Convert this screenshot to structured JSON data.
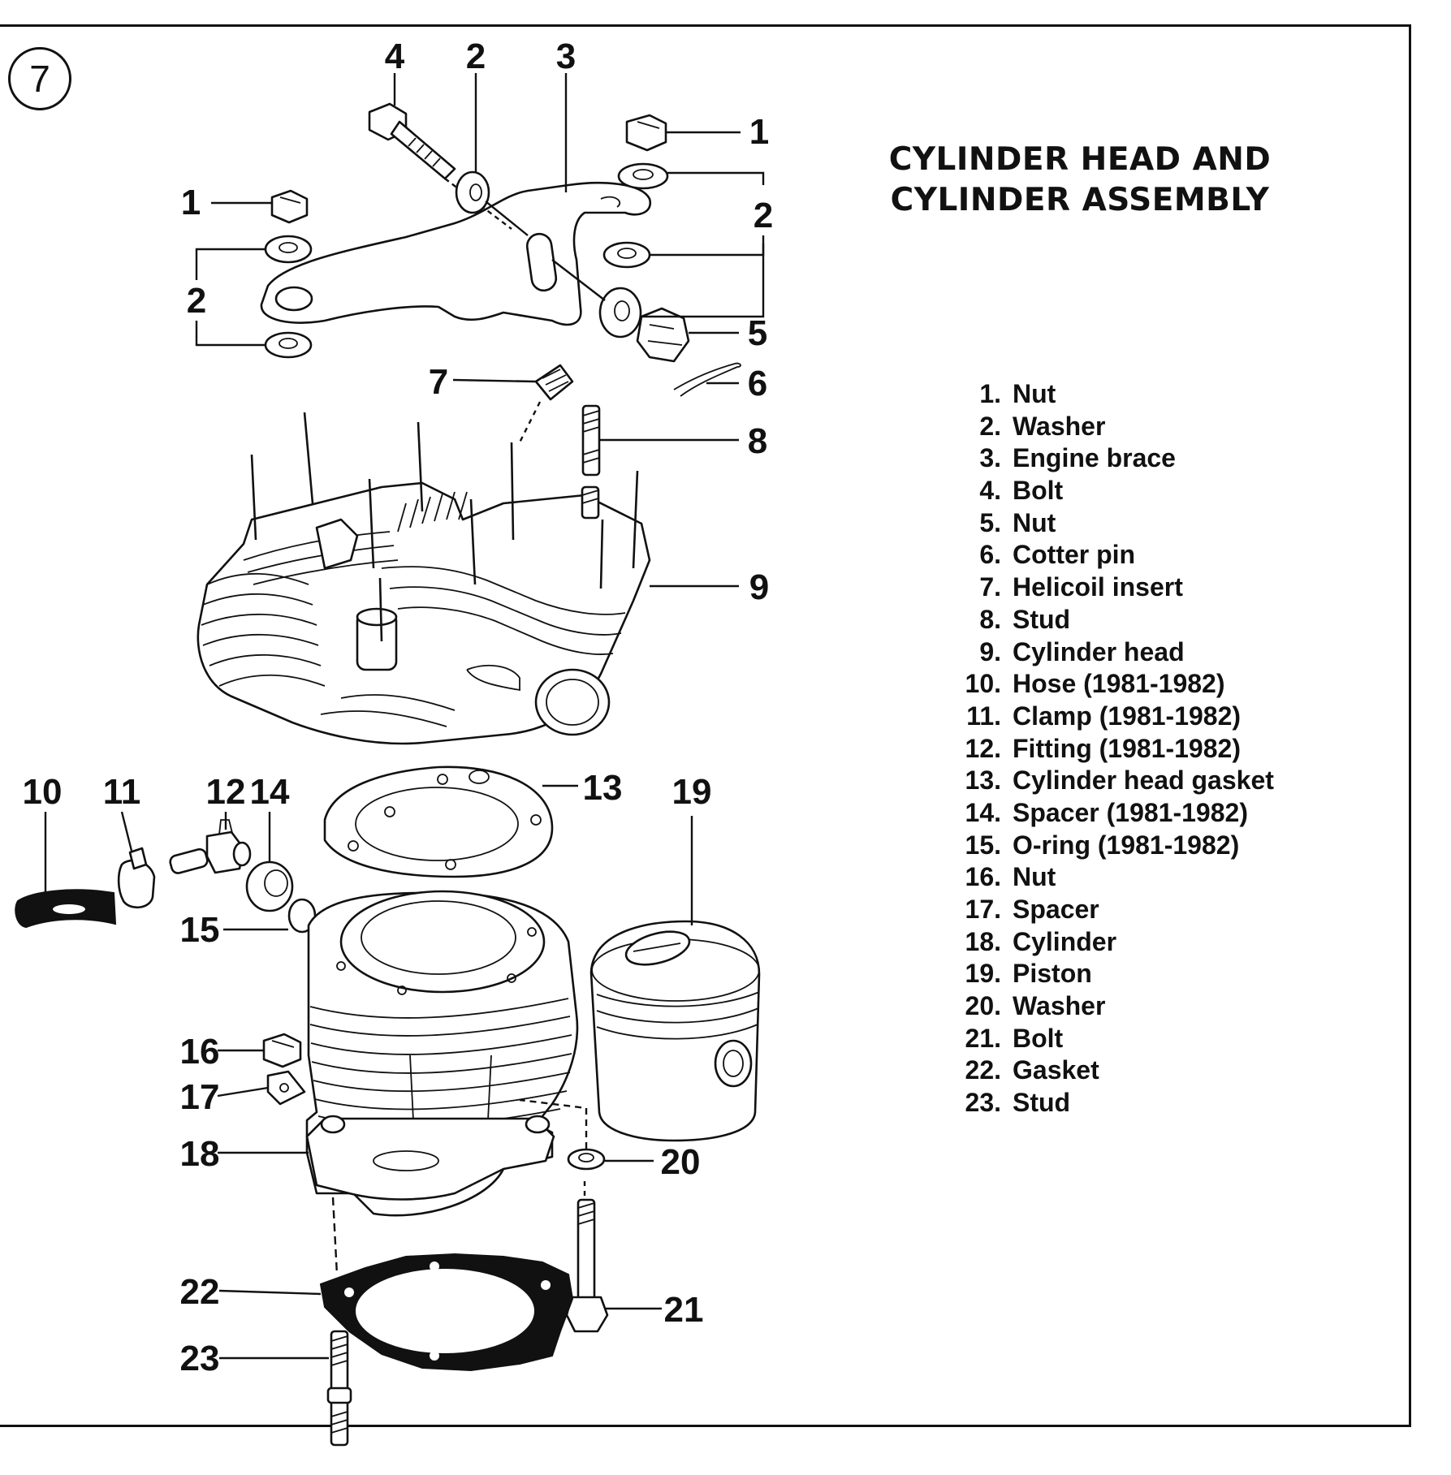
{
  "figure_number": "7",
  "title": {
    "line1": "CYLINDER HEAD AND",
    "line2": "CYLINDER ASSEMBLY"
  },
  "parts": [
    {
      "num": "1.",
      "name": "Nut"
    },
    {
      "num": "2.",
      "name": "Washer"
    },
    {
      "num": "3.",
      "name": "Engine brace"
    },
    {
      "num": "4.",
      "name": "Bolt"
    },
    {
      "num": "5.",
      "name": "Nut"
    },
    {
      "num": "6.",
      "name": "Cotter pin"
    },
    {
      "num": "7.",
      "name": "Helicoil insert"
    },
    {
      "num": "8.",
      "name": "Stud"
    },
    {
      "num": "9.",
      "name": "Cylinder head"
    },
    {
      "num": "10.",
      "name": "Hose (1981-1982)"
    },
    {
      "num": "11.",
      "name": "Clamp (1981-1982)"
    },
    {
      "num": "12.",
      "name": "Fitting (1981-1982)"
    },
    {
      "num": "13.",
      "name": "Cylinder head gasket"
    },
    {
      "num": "14.",
      "name": "Spacer (1981-1982)"
    },
    {
      "num": "15.",
      "name": "O-ring (1981-1982)"
    },
    {
      "num": "16.",
      "name": "Nut"
    },
    {
      "num": "17.",
      "name": "Spacer"
    },
    {
      "num": "18.",
      "name": "Cylinder"
    },
    {
      "num": "19.",
      "name": "Piston"
    },
    {
      "num": "20.",
      "name": "Washer"
    },
    {
      "num": "21.",
      "name": "Bolt"
    },
    {
      "num": "22.",
      "name": "Gasket"
    },
    {
      "num": "23.",
      "name": "Stud"
    }
  ],
  "callouts": {
    "c1a": "1",
    "c1b": "1",
    "c2a": "2",
    "c2b": "2",
    "c2c": "2",
    "c3": "3",
    "c4": "4",
    "c5": "5",
    "c6": "6",
    "c7": "7",
    "c8": "8",
    "c9": "9",
    "c10": "10",
    "c11": "11",
    "c12": "12",
    "c13": "13",
    "c14": "14",
    "c15": "15",
    "c16": "16",
    "c17": "17",
    "c18": "18",
    "c19": "19",
    "c20": "20",
    "c21": "21",
    "c22": "22",
    "c23": "23"
  }
}
